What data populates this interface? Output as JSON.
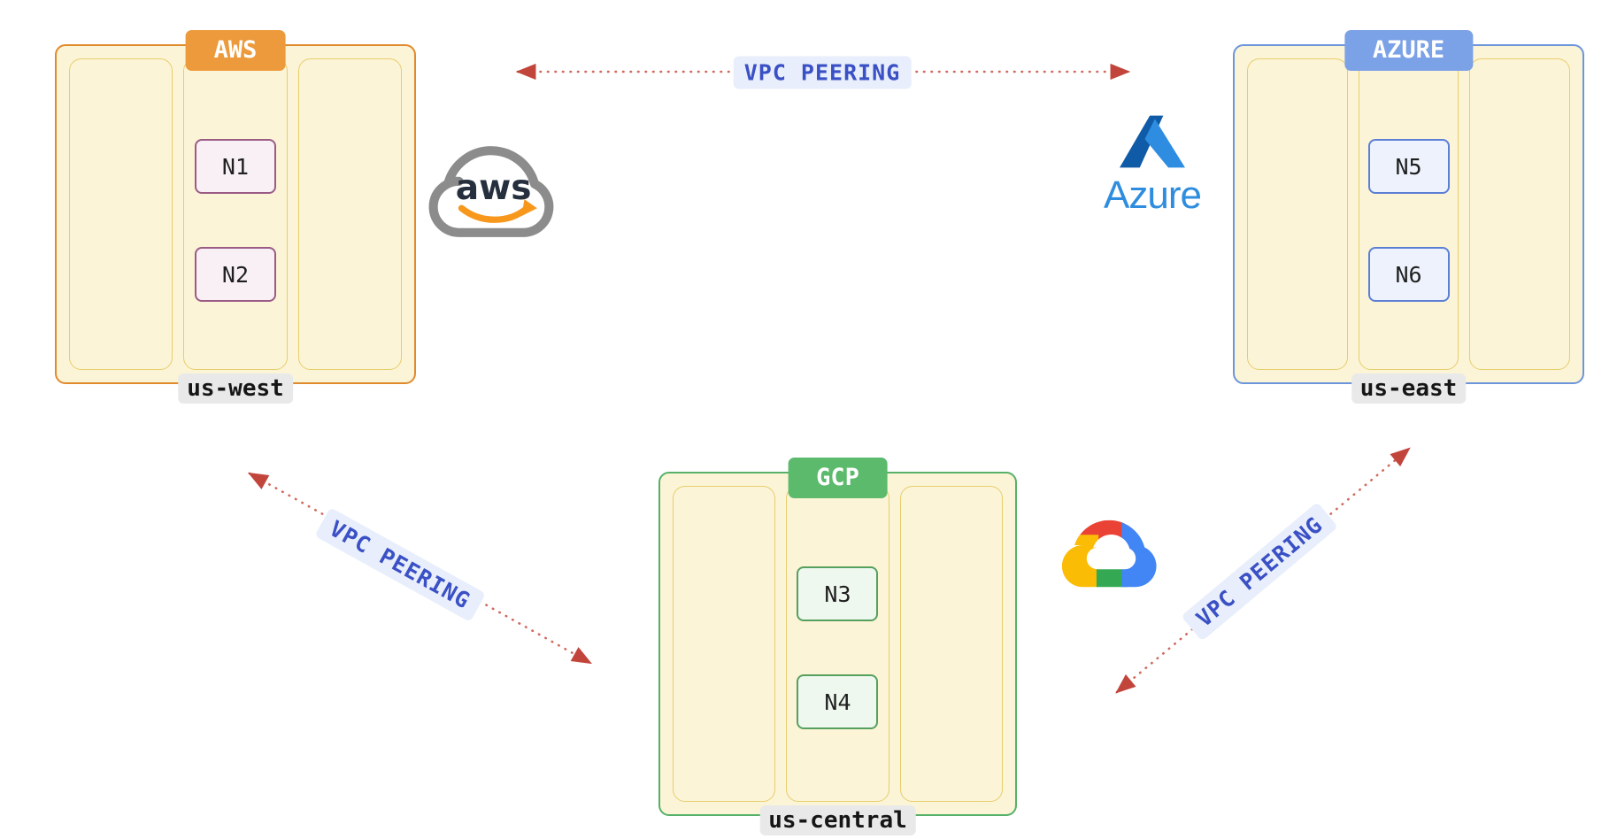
{
  "diagram": {
    "background": "#ffffff",
    "clusters": [
      {
        "id": "aws",
        "title": "AWS",
        "region": "us-west",
        "tab_color": "#EC9A3B",
        "border_color": "#E08A2E",
        "fill": "#FCF4D6",
        "node_border": "#9A5B85",
        "node_fill": "#F8F0F4",
        "nodes": [
          "N1",
          "N2"
        ]
      },
      {
        "id": "azure",
        "title": "AZURE",
        "region": "us-east",
        "tab_color": "#7BA1E6",
        "border_color": "#6C95DB",
        "fill": "#FCF4D6",
        "node_border": "#5C7FD6",
        "node_fill": "#EDF2FC",
        "nodes": [
          "N5",
          "N6"
        ]
      },
      {
        "id": "gcp",
        "title": "GCP",
        "region": "us-central",
        "tab_color": "#5BBA6C",
        "border_color": "#55B168",
        "fill": "#FCF4D6",
        "node_border": "#56A05E",
        "node_fill": "#EFF8EF",
        "nodes": [
          "N3",
          "N4"
        ]
      }
    ],
    "edges": [
      {
        "id": "aws-azure",
        "from": "aws",
        "to": "azure",
        "label": "VPC PEERING"
      },
      {
        "id": "aws-gcp",
        "from": "aws",
        "to": "gcp",
        "label": "VPC PEERING"
      },
      {
        "id": "gcp-azure",
        "from": "gcp",
        "to": "azure",
        "label": "VPC PEERING"
      }
    ],
    "edge_style": {
      "line_color": "#CF6A5E",
      "arrow_color": "#C2453C",
      "label_color": "#3A50C5",
      "label_bg": "#E8EEFB"
    },
    "logos": {
      "aws": {
        "wordmark": "aws",
        "cloud_color": "#8C8C8C",
        "text_color": "#252F3E",
        "smile_color": "#F7981D"
      },
      "azure": {
        "wordmark": "Azure",
        "color": "#2E8DDF"
      },
      "gcp": {
        "red": "#EA4335",
        "yellow": "#FBBC05",
        "green": "#34A853",
        "blue": "#4285F4"
      }
    }
  }
}
